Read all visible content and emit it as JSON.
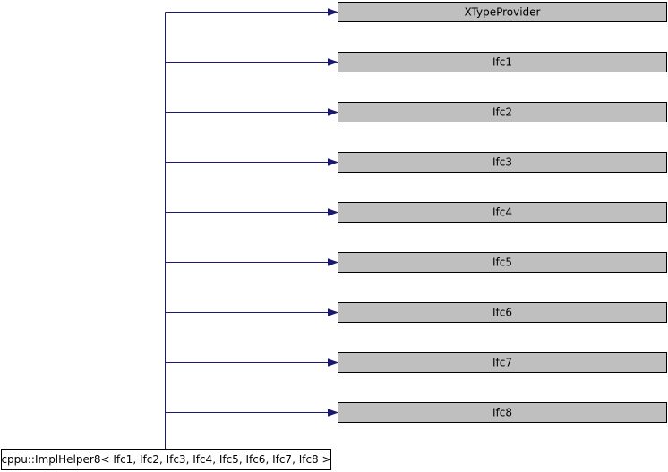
{
  "diagram": {
    "derived_class": {
      "label": "cppu::ImplHelper8< Ifc1, Ifc2, Ifc3, Ifc4, Ifc5, Ifc6, Ifc7, Ifc8 >"
    },
    "base_classes": [
      {
        "label": "XTypeProvider"
      },
      {
        "label": "Ifc1"
      },
      {
        "label": "Ifc2"
      },
      {
        "label": "Ifc3"
      },
      {
        "label": "Ifc4"
      },
      {
        "label": "Ifc5"
      },
      {
        "label": "Ifc6"
      },
      {
        "label": "Ifc7"
      },
      {
        "label": "Ifc8"
      }
    ],
    "colors": {
      "edge": "#191970",
      "base_fill": "#bfbfbf",
      "derived_fill": "#ffffff"
    }
  }
}
